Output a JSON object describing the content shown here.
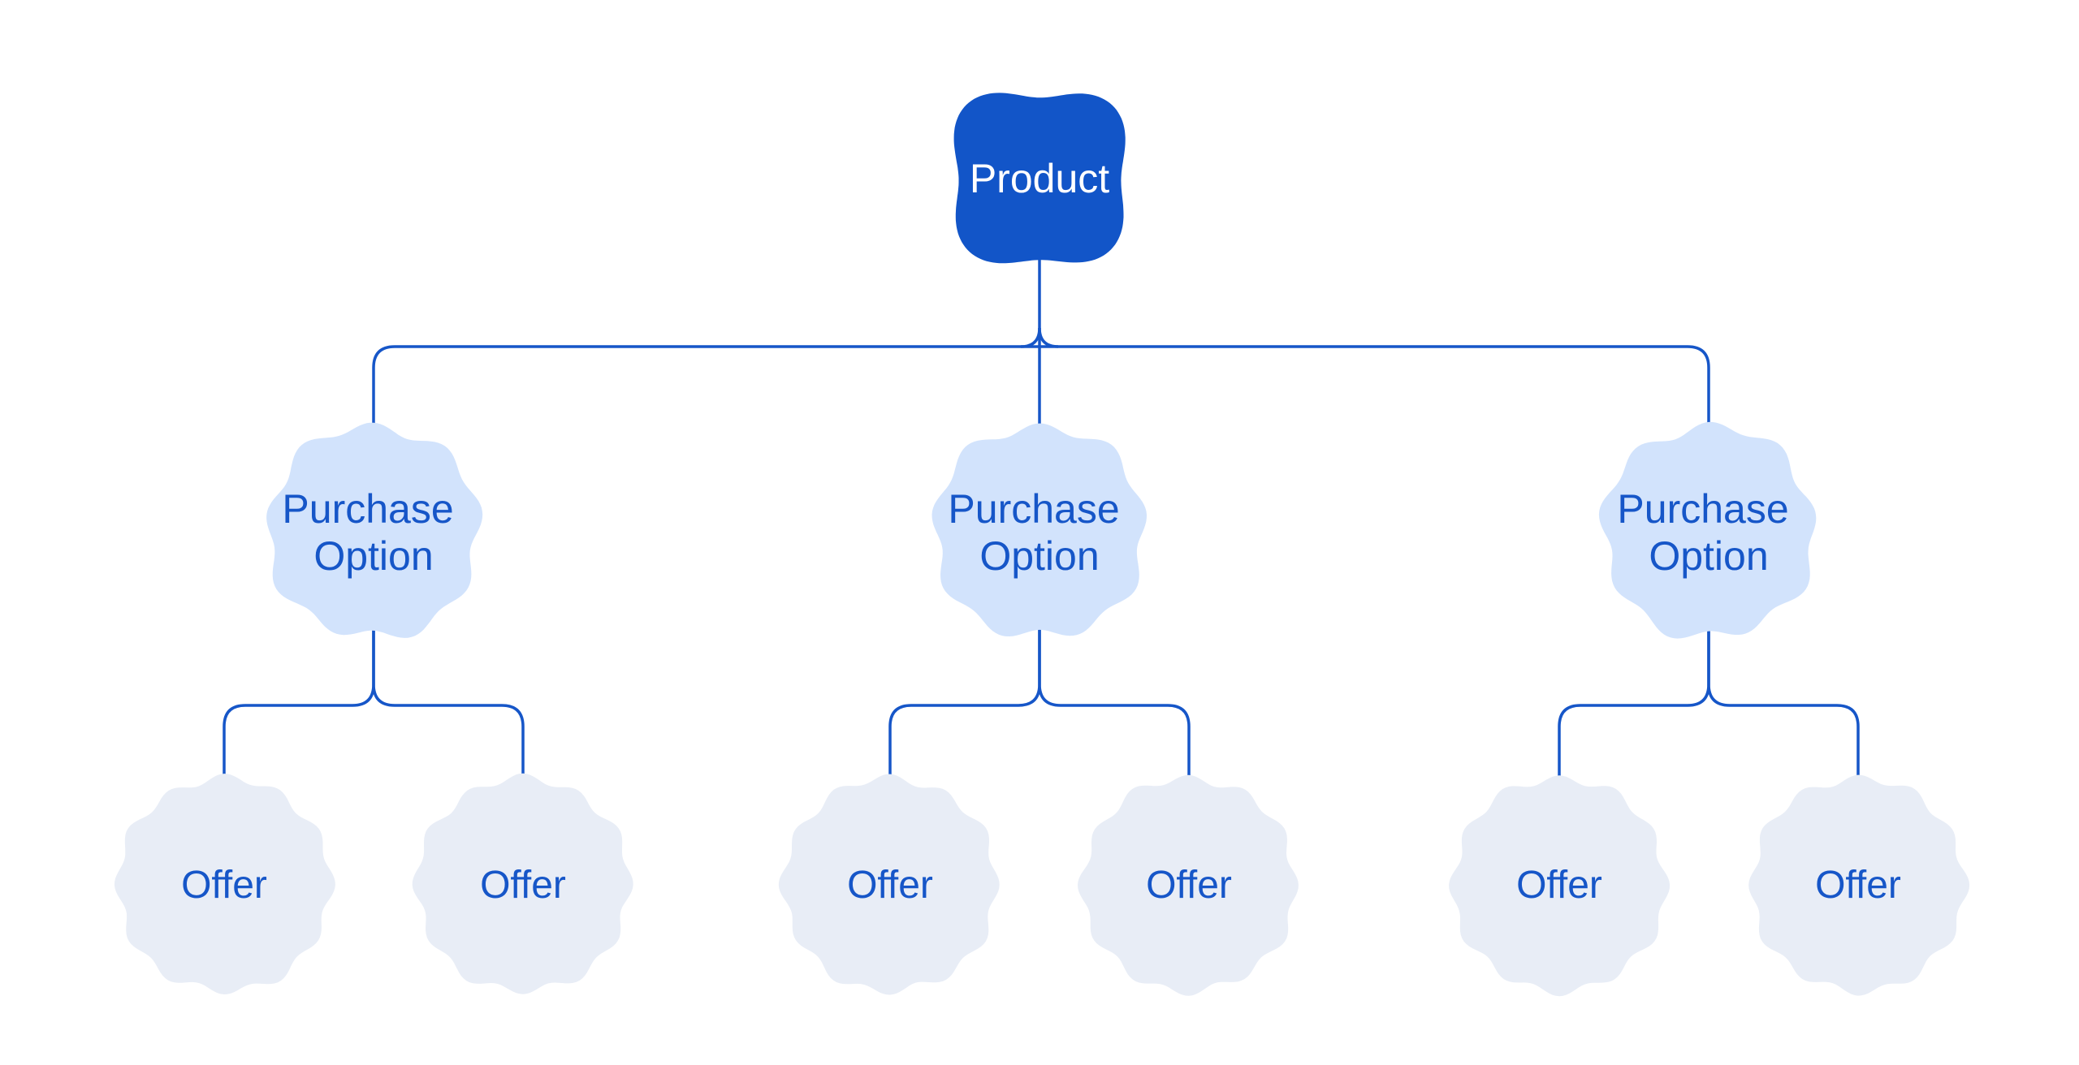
{
  "diagram": {
    "title_hidden": "",
    "root": {
      "label": "Product"
    },
    "purchase_options": [
      {
        "label_line1": "Purchase",
        "label_line2": "Option",
        "offers": [
          {
            "label": "Offer"
          },
          {
            "label": "Offer"
          }
        ]
      },
      {
        "label_line1": "Purchase",
        "label_line2": "Option",
        "offers": [
          {
            "label": "Offer"
          },
          {
            "label": "Offer"
          }
        ]
      },
      {
        "label_line1": "Purchase",
        "label_line2": "Option",
        "offers": [
          {
            "label": "Offer"
          },
          {
            "label": "Offer"
          }
        ]
      }
    ],
    "colors": {
      "background": "#ffffff",
      "product_fill": "#1255C8",
      "product_text": "#ffffff",
      "purchase_option_fill": "#D2E3FC",
      "offer_fill": "#E8EDF6",
      "connector_stroke": "#1656C8",
      "label_text": "#1656C8"
    }
  }
}
